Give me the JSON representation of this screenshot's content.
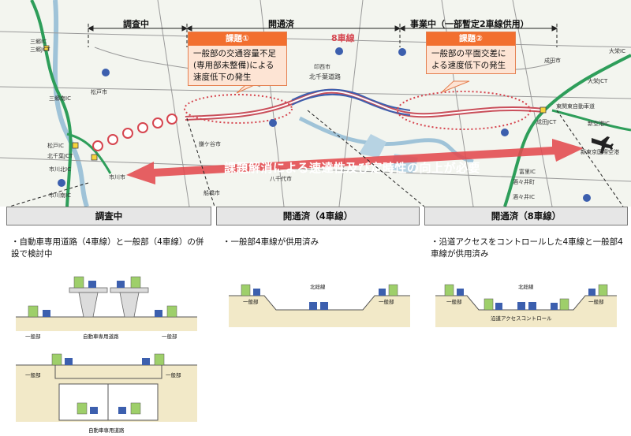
{
  "map": {
    "section_labels": {
      "chosa": "調査中",
      "kaitsu": "開通済",
      "jigyo": "事業中（一部暫定2車線供用）"
    },
    "lane_label": "8車線",
    "road_name": "北千葉道路",
    "arrow_text": "課題解消による速達性及び定時性の向上が必要",
    "callout1": {
      "title": "課題①",
      "text": "一般部の交通容量不足(専用部未整備)による速度低下の発生"
    },
    "callout2": {
      "title": "課題②",
      "text": "一般部の平面交差による速度低下の発生"
    },
    "place_labels": [
      "松戸IC",
      "北千葉JCT",
      "市川北IC",
      "市川南IC",
      "三郷IC",
      "三郷JCT",
      "三郷南IC",
      "松戸市",
      "鎌ケ谷市",
      "市川市",
      "船橋市",
      "八千代市",
      "印西市",
      "成田市",
      "新空港IC",
      "大栄JCT",
      "成田JCT",
      "富里IC",
      "酒々井IC",
      "酒々井町",
      "大栄IC",
      "新東京国際空港",
      "東関東自動車道"
    ]
  },
  "bands": [
    {
      "label": "調査中"
    },
    {
      "label": "開通済（4車線）"
    },
    {
      "label": "開通済（8車線）"
    }
  ],
  "descriptions": [
    "・自動車専用道路（4車線）と一般部（4車線）の併設で検討中",
    "・一般部4車線が供用済み",
    "・沿道アクセスをコントロールした4車線と一般部4車線が供用済み"
  ],
  "cross_labels": {
    "ippanbu": "一般部",
    "jidosha": "自動車専用道路",
    "hokuso": "北総線",
    "access": "沿道アクセスコントロール"
  },
  "colors": {
    "road": "#c94f5a",
    "arrow": "#e24a4f",
    "callout_border": "#e57f4f",
    "callout_title": "#f26f2f"
  }
}
